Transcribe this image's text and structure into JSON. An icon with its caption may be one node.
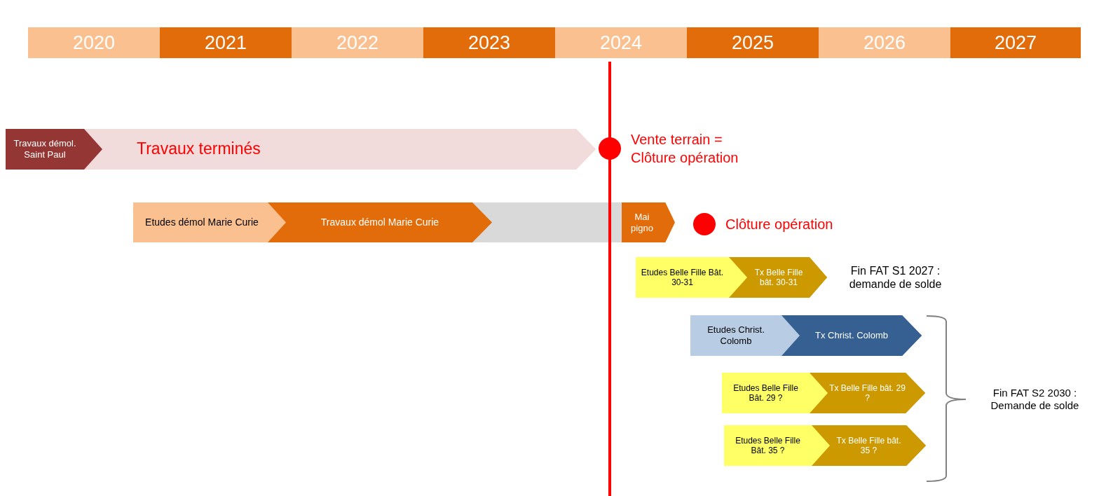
{
  "diagram": {
    "nodes": [
      {
        "text": [
          "Travaux démol. Saint Paul"
        ]
      },
      {
        "text": [
          "Travaux terminés"
        ]
      },
      {
        "text": [
          "Etudes démol Marie Curie"
        ]
      },
      {
        "text": [
          "Travaux démol Marie Curie"
        ]
      },
      {
        "text": [],
        "shape": "bar"
      },
      {
        "text": [
          "Mai pigno"
        ]
      },
      {
        "text": [],
        "shape": "circle",
        "beside": [
          "Vente terrain = Clôture opération"
        ]
      },
      {
        "text": [],
        "shape": "circle",
        "beside": [
          "Clôture opération"
        ]
      },
      {
        "text": [
          "Etudes Belle Fille Bât. 30-31"
        ]
      },
      {
        "text": [
          "Tx Belle Fille bât. 30-31"
        ]
      },
      {
        "text": [
          "Etudes Christ. Colomb"
        ]
      },
      {
        "text": [
          "Tx Christ. Colomb"
        ]
      },
      {
        "text": [
          "Etudes Belle Fille Bât. 29 ?"
        ]
      },
      {
        "text": [
          "Tx Belle Fille bât. 29 ?"
        ]
      },
      {
        "text": [
          "Etudes Belle Fille Bât. 35 ?"
        ]
      },
      {
        "text": [
          "Tx Belle Fille bât. 35 ?"
        ]
      }
    ],
    "edges": [],
    "labels": [
      "2020",
      "2021",
      "2022",
      "2023",
      "2024",
      "2025",
      "2026",
      "2027",
      "Fin FAT S1 2027 : demande de solde",
      "Fin FAT S2 2030 : Demande de solde"
    ]
  }
}
